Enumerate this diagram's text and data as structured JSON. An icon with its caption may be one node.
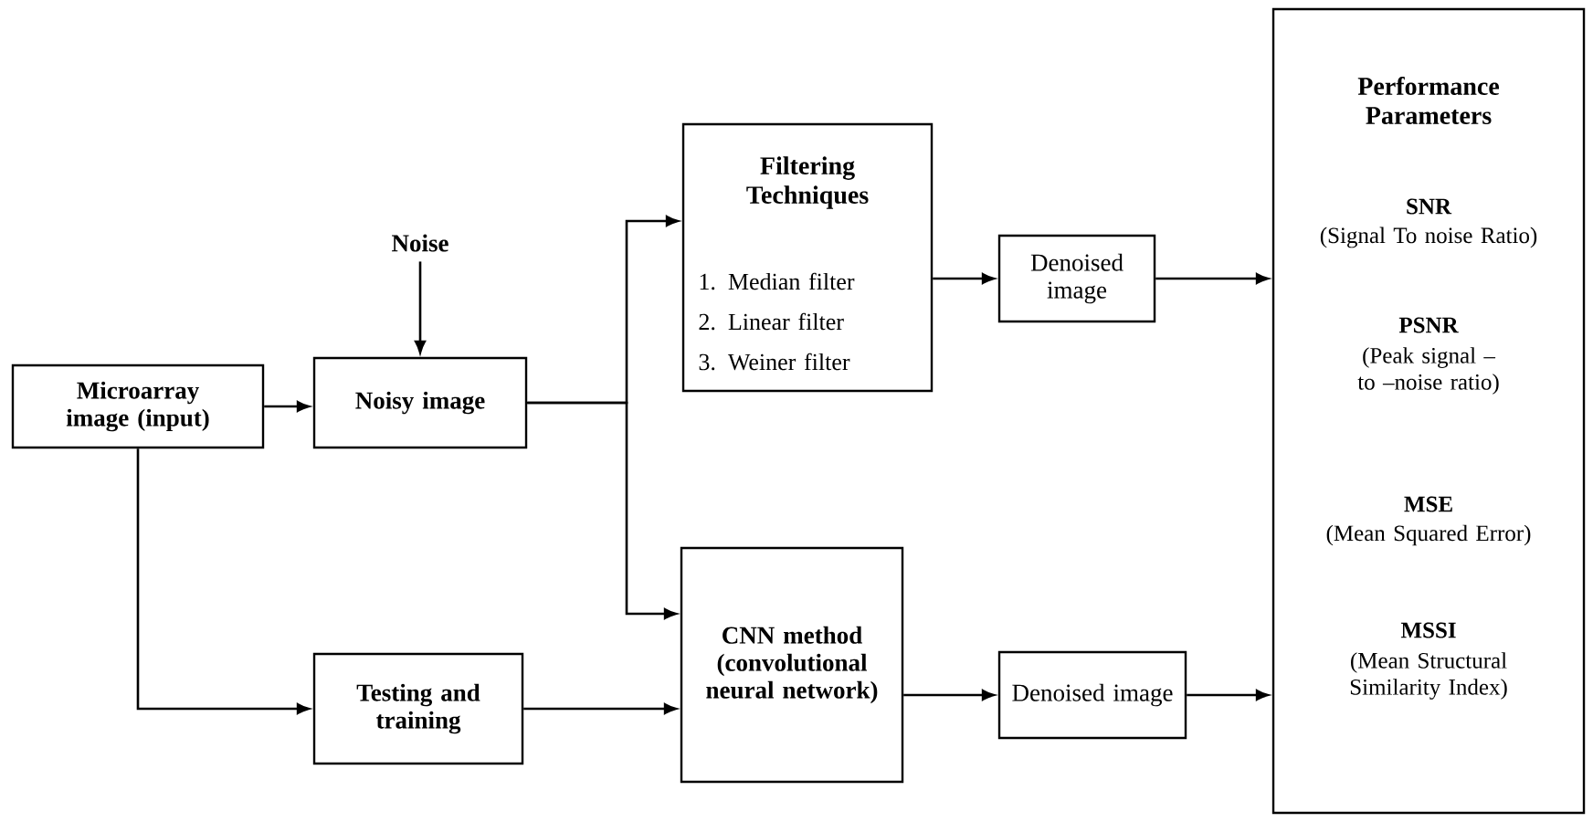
{
  "diagram": {
    "nodes": [
      {
        "text": [
          "Noise"
        ]
      },
      {
        "text": [
          "Microarray image (input)"
        ]
      },
      {
        "text": [
          "Noisy image"
        ]
      },
      {
        "text": [
          "Testing and training"
        ]
      },
      {
        "text": [
          "Filtering Techniques",
          "1. Median filter",
          "2. Linear filter",
          "3. Weiner filter"
        ]
      },
      {
        "text": [
          "CNN method (convolutional neural network)"
        ]
      },
      {
        "text": [
          "Denoised image"
        ]
      },
      {
        "text": [
          "Denoised image"
        ]
      },
      {
        "text": [
          "Performance Parameters",
          "SNR",
          "(Signal To noise Ratio)",
          "PSNR",
          "(Peak signal –to –noise ratio)",
          "MSE",
          "(Mean Squared Error)",
          "MSSI",
          "(Mean Structural Similarity Index)"
        ]
      }
    ],
    "edges": [
      {
        "from": 0,
        "to": 2,
        "arrow": "to"
      },
      {
        "from": 1,
        "to": 2,
        "arrow": "to"
      },
      {
        "from": 1,
        "to": 3,
        "arrow": "to"
      },
      {
        "from": 2,
        "to": 4,
        "arrow": "to"
      },
      {
        "from": 2,
        "to": 5,
        "arrow": "to"
      },
      {
        "from": 3,
        "to": 5,
        "arrow": "to"
      },
      {
        "from": 4,
        "to": 6,
        "arrow": "to"
      },
      {
        "from": 5,
        "to": 7,
        "arrow": "to"
      },
      {
        "from": 6,
        "to": 8,
        "arrow": "to"
      },
      {
        "from": 7,
        "to": 8,
        "arrow": "to"
      }
    ]
  }
}
